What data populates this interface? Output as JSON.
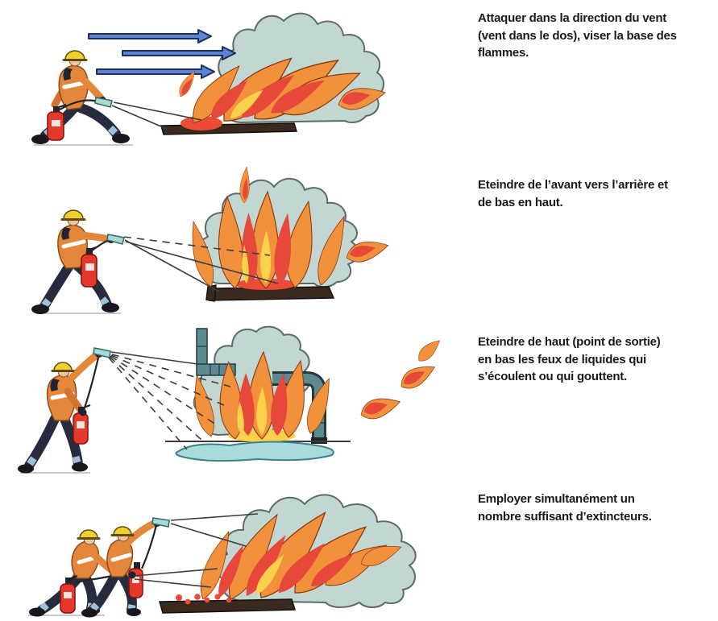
{
  "colors": {
    "background": "#ffffff",
    "text": "#1a1a1a",
    "jacket_orange": "#e5873b",
    "helmet_yellow": "#f2cf2b",
    "pants_navy": "#262b3d",
    "extinguisher_red": "#e6372b",
    "nozzle_teal": "#a9d8d5",
    "smoke_grey": "#c3d7d2",
    "flame_orange": "#f2913c",
    "flame_red": "#e6483a",
    "flame_yellow": "#fbd14b",
    "tray_brown": "#39291f",
    "arrow_blue": "#5b84d6",
    "pipe_teal": "#5d8a8f",
    "puddle_cyan": "#a7dcdb"
  },
  "steps": [
    {
      "illustration": "attack-downwind-aim-at-base-of-flames",
      "text": "Attaquer dans la direction du vent (vent dans le dos), viser la base des flammes.",
      "lines": [
        "Attaquer dans la direction du vent",
        "(vent dans le dos), viser la base des",
        "flammes."
      ]
    },
    {
      "illustration": "extinguish-front-to-back-bottom-to-top",
      "text": "Eteindre de l’avant vers l’arrière et de bas en haut.",
      "lines": [
        "Eteindre de l’avant vers l’arrière et",
        "de bas en haut."
      ]
    },
    {
      "illustration": "extinguish-dripping-liquid-fire-top-down",
      "text": "Eteindre de haut (point de sortie) en bas les feux de liquides qui s’écoulent ou qui gouttent.",
      "lines": [
        "Eteindre de haut (point de sortie)",
        "en bas les feux de liquides qui",
        "s’écoulent ou qui gouttent."
      ]
    },
    {
      "illustration": "use-sufficient-number-of-extinguishers-simultaneously",
      "text": "Employer simultanément un nombre suffisant d’extincteurs.",
      "lines": [
        "Employer simultanément un",
        "nombre suffisant d’extincteurs."
      ]
    }
  ]
}
